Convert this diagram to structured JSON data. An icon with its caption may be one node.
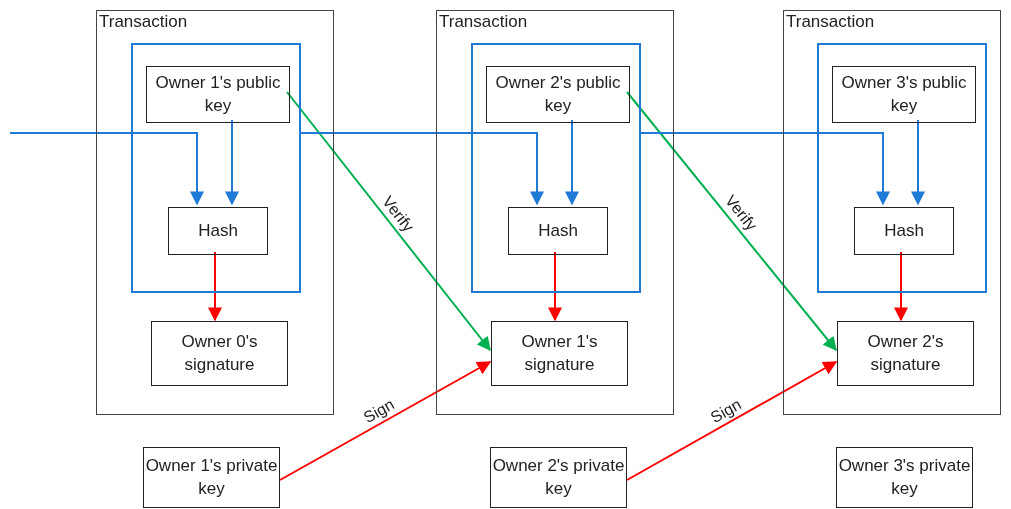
{
  "diagram": {
    "nodes": [
      {
        "text": [
          "Transaction"
        ]
      },
      {
        "text": [],
        "shape": "box",
        "in": 0
      },
      {
        "text": [
          "Owner 1's public key"
        ],
        "in": 1
      },
      {
        "text": [
          "Hash"
        ],
        "in": 1
      },
      {
        "text": [
          "Owner 0's signature"
        ],
        "in": 0
      },
      {
        "text": [
          "Transaction"
        ]
      },
      {
        "text": [],
        "shape": "box",
        "in": 5
      },
      {
        "text": [
          "Owner 2's public key"
        ],
        "in": 6
      },
      {
        "text": [
          "Hash"
        ],
        "in": 6
      },
      {
        "text": [
          "Owner 1's signature"
        ],
        "in": 5
      },
      {
        "text": [
          "Transaction"
        ]
      },
      {
        "text": [],
        "shape": "box",
        "in": 10
      },
      {
        "text": [
          "Owner 3's public key"
        ],
        "in": 11
      },
      {
        "text": [
          "Hash"
        ],
        "in": 11
      },
      {
        "text": [
          "Owner 2's signature"
        ],
        "in": 10
      },
      {
        "text": [
          "Owner 1's private key"
        ]
      },
      {
        "text": [
          "Owner 2's private key"
        ]
      },
      {
        "text": [
          "Owner 3's private key"
        ]
      }
    ],
    "edges": [
      {
        "from": null,
        "to": 3,
        "arrow": "to"
      },
      {
        "from": 2,
        "to": 3,
        "arrow": "to"
      },
      {
        "from": 3,
        "to": 4,
        "arrow": "to",
        "color": "#ff0000"
      },
      {
        "from": 2,
        "to": 9,
        "arrow": "to",
        "label": "Verify",
        "color": "#00b050"
      },
      {
        "from": 15,
        "to": 9,
        "arrow": "to",
        "label": "Sign",
        "color": "#ff0000"
      },
      {
        "from": 1,
        "to": 8,
        "arrow": "to"
      },
      {
        "from": 7,
        "to": 8,
        "arrow": "to"
      },
      {
        "from": 8,
        "to": 9,
        "arrow": "to",
        "color": "#ff0000"
      },
      {
        "from": 7,
        "to": 14,
        "arrow": "to",
        "label": "Verify",
        "color": "#00b050"
      },
      {
        "from": 16,
        "to": 14,
        "arrow": "to",
        "label": "Sign",
        "color": "#ff0000"
      },
      {
        "from": 6,
        "to": 13,
        "arrow": "to"
      },
      {
        "from": 12,
        "to": 13,
        "arrow": "to"
      },
      {
        "from": 13,
        "to": 14,
        "arrow": "to",
        "color": "#ff0000"
      }
    ]
  }
}
